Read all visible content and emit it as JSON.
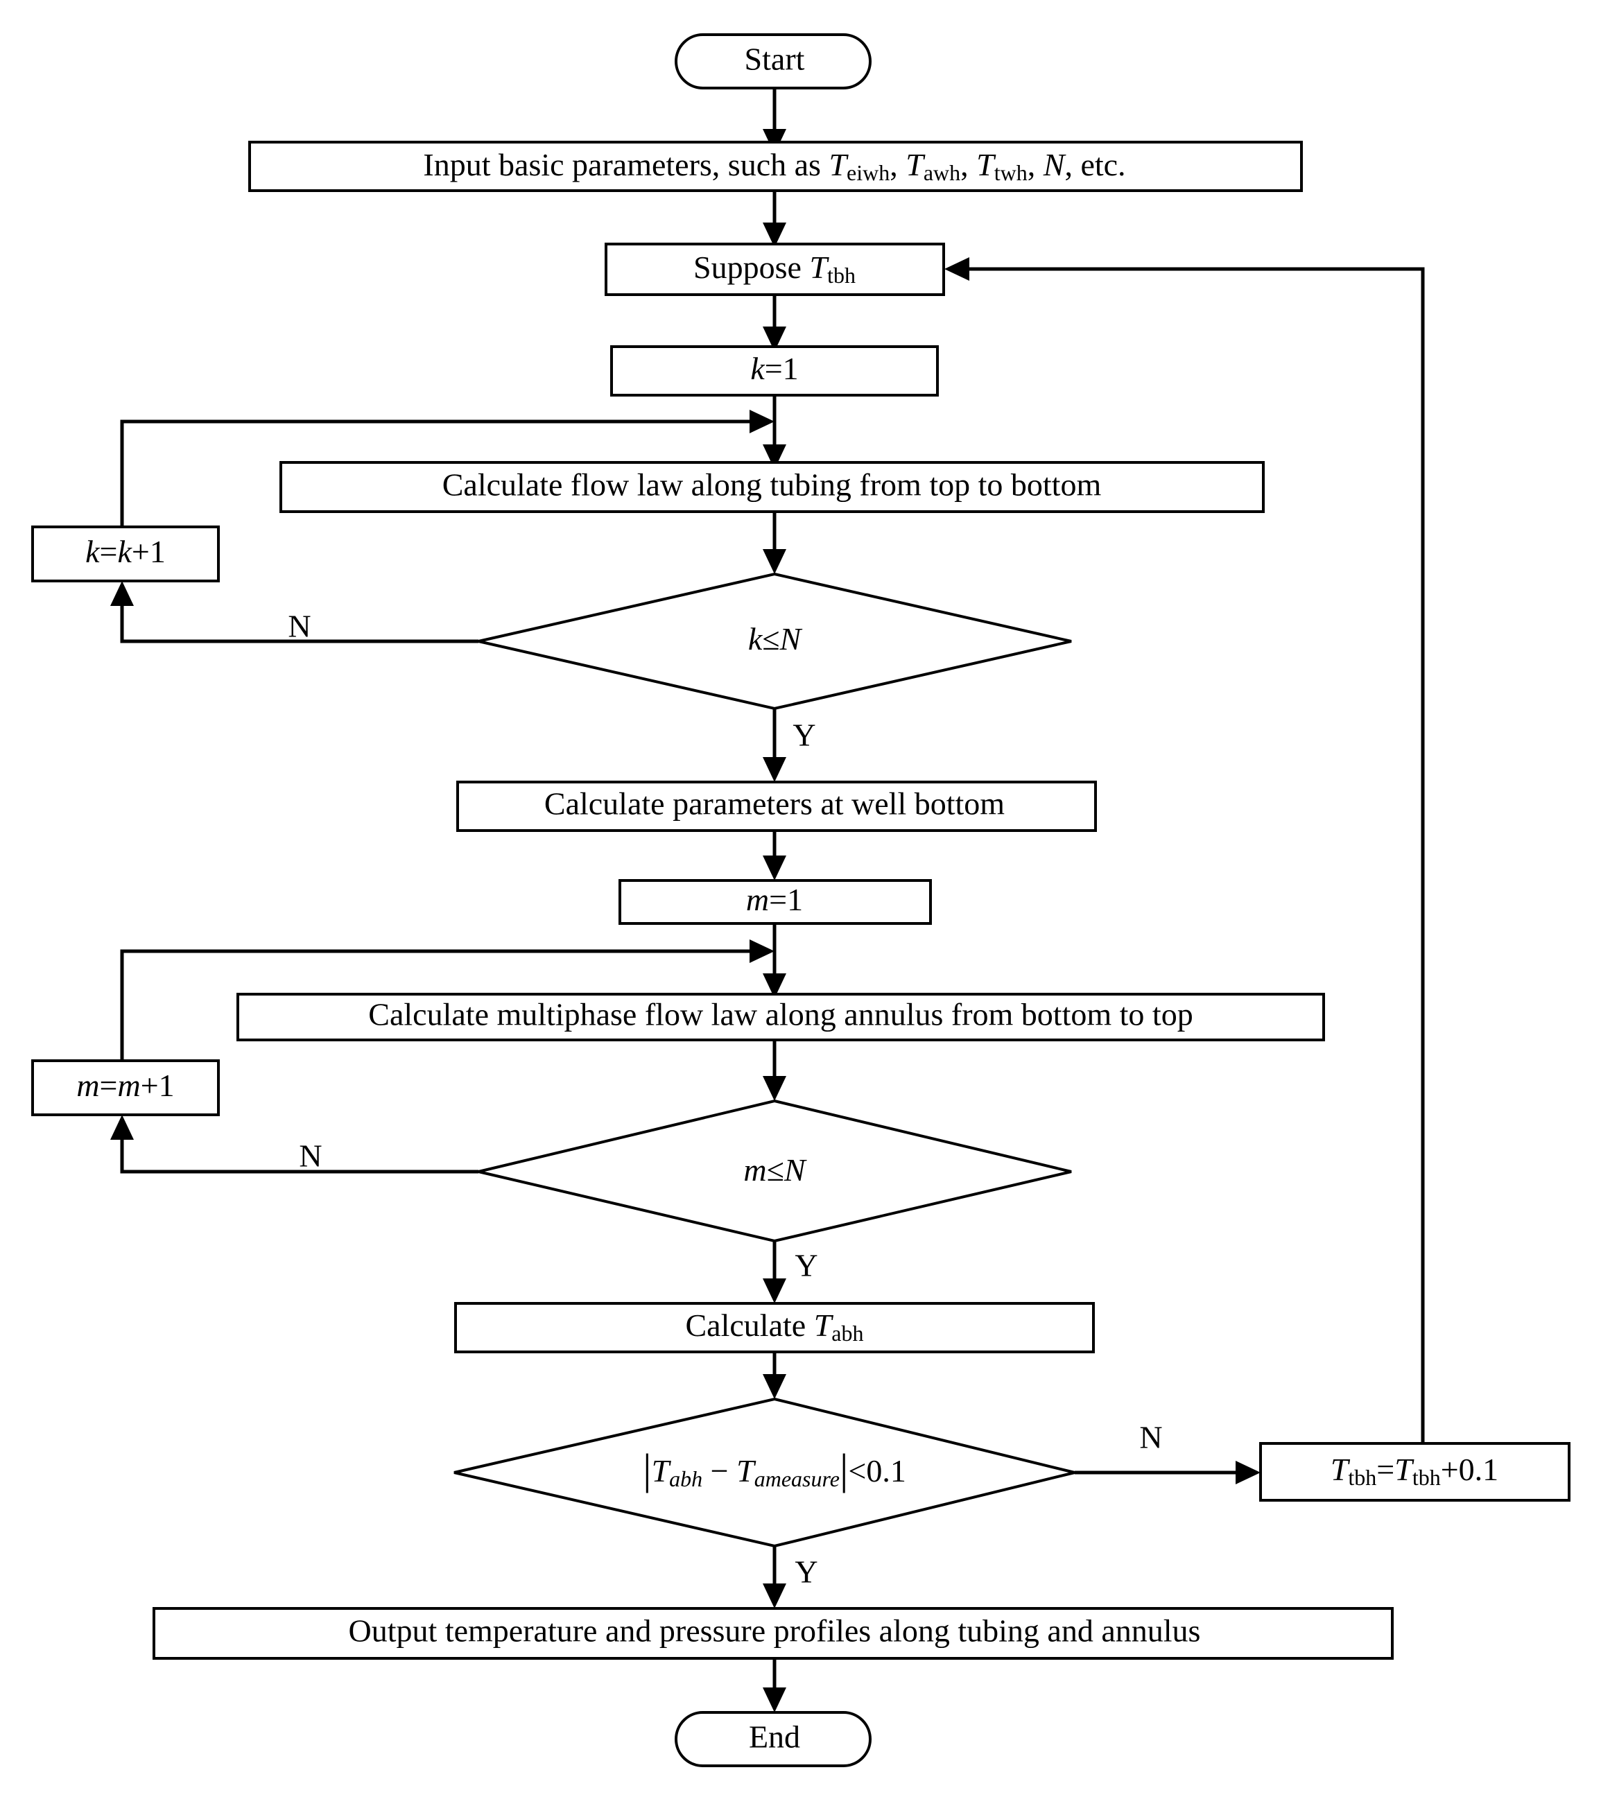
{
  "diagram": {
    "title": "Wellbore temperature and pressure calculation flowchart",
    "type": "flowchart",
    "stroke_color": "#000000",
    "fill_color": "#ffffff",
    "background": "#ffffff"
  },
  "nodes": {
    "start": {
      "label": "Start",
      "shape": "terminator"
    },
    "input": {
      "shape": "process",
      "text_parts": {
        "lead": "Input basic parameters, such as ",
        "var1": "T",
        "var1_sub": "eiwh",
        "sep1": ", ",
        "var2": "T",
        "var2_sub": "awh",
        "sep2": ", ",
        "var3": "T",
        "var3_sub": "twh",
        "sep3": ", ",
        "var4": "N",
        "tail": ", etc."
      },
      "plain": "Input basic parameters, such as Teiwh, Tawh, Ttwh, N, etc."
    },
    "suppose": {
      "shape": "process",
      "text_parts": {
        "lead": "Suppose ",
        "var": "T",
        "var_sub": "tbh"
      },
      "plain": "Suppose Ttbh"
    },
    "k_init": {
      "shape": "process",
      "var": "k",
      "rest": "=1",
      "plain": "k=1"
    },
    "calc_tubing": {
      "shape": "process",
      "label": "Calculate flow law along tubing from  top to bottom"
    },
    "k_incr": {
      "shape": "process",
      "var1": "k",
      "mid": "=",
      "var2": "k",
      "rest": "+1",
      "plain": "k=k+1"
    },
    "k_test": {
      "shape": "decision",
      "var1": "k",
      "op": "≤",
      "var2": "N",
      "plain": "k≤N"
    },
    "calc_bottom": {
      "shape": "process",
      "label": "Calculate parameters at well bottom"
    },
    "m_init": {
      "shape": "process",
      "var": "m",
      "rest": "=1",
      "plain": "m=1"
    },
    "calc_annulus": {
      "shape": "process",
      "label": "Calculate multiphase flow law along annulus from bottom to top"
    },
    "m_incr": {
      "shape": "process",
      "var1": "m",
      "mid": "=",
      "var2": "m",
      "rest": "+1",
      "plain": "m=m+1"
    },
    "m_test": {
      "shape": "decision",
      "var1": "m",
      "op": "≤",
      "var2": "N",
      "plain": "m≤N"
    },
    "calc_tabh": {
      "shape": "process",
      "text_parts": {
        "lead": "Calculate ",
        "var": "T",
        "var_sub": "abh"
      },
      "plain": "Calculate Tabh"
    },
    "converge_test": {
      "shape": "decision",
      "text_parts": {
        "bar_open": "|",
        "var1": "T",
        "var1_sub": "abh",
        "minus": " − ",
        "var2": "T",
        "var2_sub": "ameasure",
        "bar_close": "|",
        "tail": "<0.1"
      },
      "plain": "|Tabh − Tameasure|<0.1"
    },
    "tbh_update": {
      "shape": "process",
      "text_parts": {
        "var1": "T",
        "var1_sub": "tbh",
        "eq": "=",
        "var2": "T",
        "var2_sub": "tbh",
        "tail": "+0.1"
      },
      "plain": "Ttbh=Ttbh+0.1"
    },
    "output": {
      "shape": "process",
      "label": "Output temperature and pressure profiles along tubing and annulus"
    },
    "end": {
      "label": "End",
      "shape": "terminator"
    }
  },
  "branch_labels": {
    "k_test_no": "N",
    "k_test_yes": "Y",
    "m_test_no": "N",
    "m_test_yes": "Y",
    "converge_no": "N",
    "converge_yes": "Y"
  }
}
